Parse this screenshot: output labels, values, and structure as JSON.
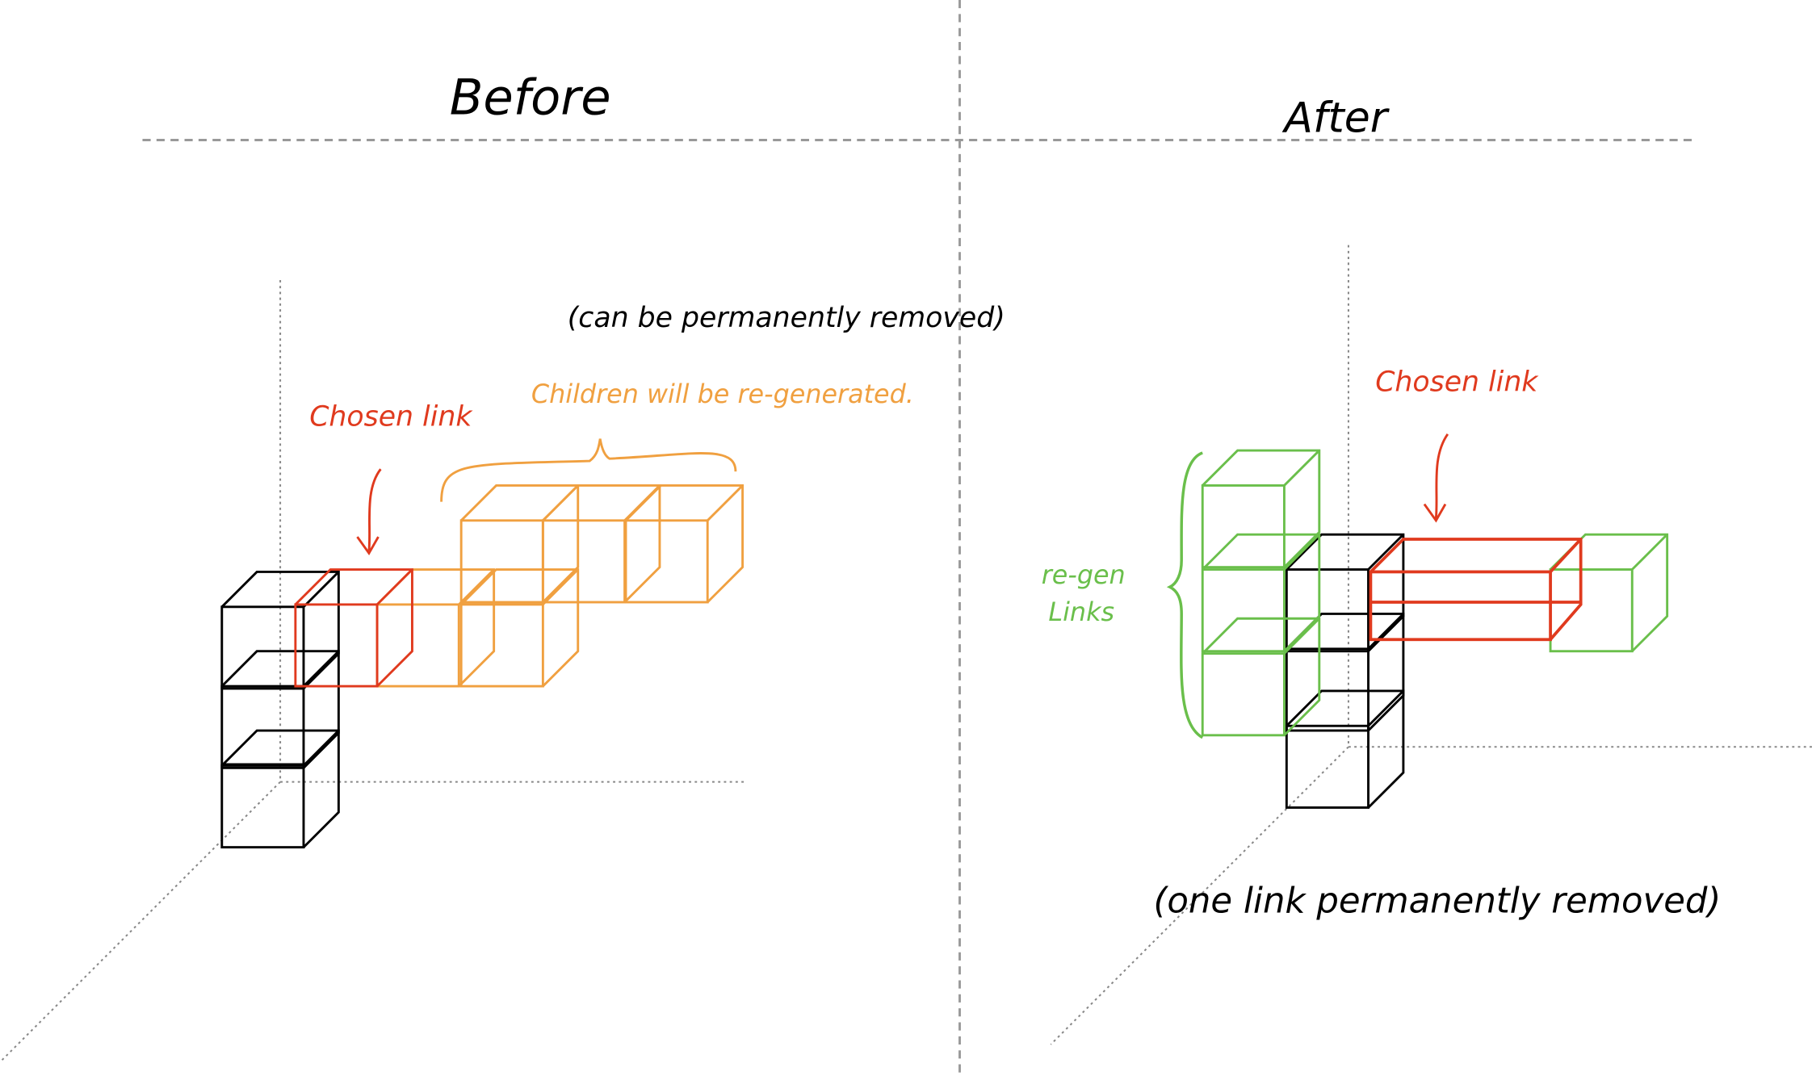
{
  "panels": {
    "before": {
      "heading": "Before",
      "note_removed": "(can be permanently removed)",
      "note_children": "Children will be re-generated.",
      "chosen_label": "Chosen link"
    },
    "after": {
      "heading": "After",
      "chosen_label": "Chosen link",
      "regen_label_line1": "re-gen",
      "regen_label_line2": "Links",
      "note_removed": "(one link permanently removed)"
    }
  },
  "colors": {
    "ink": "#000000",
    "chosen": "#e03a1e",
    "children": "#f0a040",
    "regen": "#6abf4b",
    "axis": "#888888",
    "divider": "#999999"
  }
}
